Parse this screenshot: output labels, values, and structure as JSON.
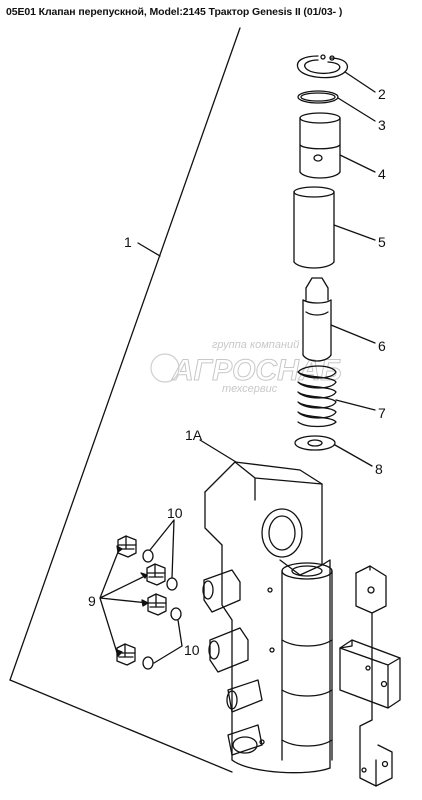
{
  "title": "05E01 Клапан перепускной, Model:2145 Трактор Genesis II (01/03- )",
  "watermark": {
    "top": "группа компаний",
    "main": "АГРОСНАБ",
    "bottom": "техсервис"
  },
  "callouts": {
    "c1": "1",
    "c1A": "1A",
    "c2": "2",
    "c3": "3",
    "c4": "4",
    "c5": "5",
    "c6": "6",
    "c7": "7",
    "c8": "8",
    "c9": "9",
    "c10a": "10",
    "c10b": "10"
  },
  "colors": {
    "line": "#111111",
    "watermark": "#c8c8c8"
  }
}
